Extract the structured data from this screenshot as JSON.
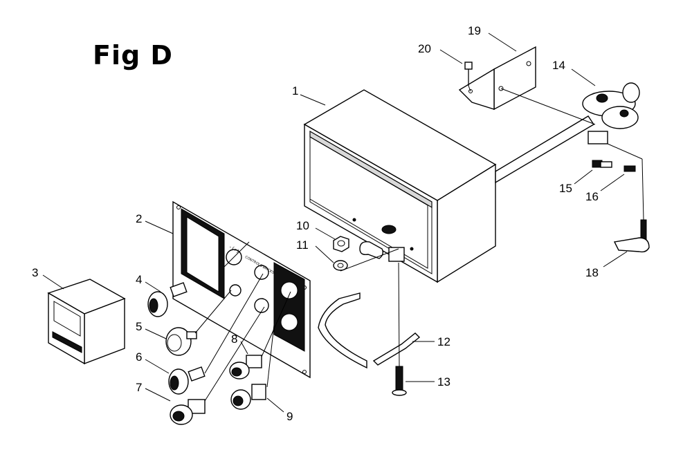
{
  "figure": {
    "title": "Fig D"
  },
  "callouts": [
    "1",
    "2",
    "3",
    "4",
    "5",
    "6",
    "7",
    "8",
    "9",
    "10",
    "11",
    "12",
    "13",
    "14",
    "15",
    "16",
    "18",
    "19",
    "20"
  ],
  "panel_marks": {
    "dial_label": "-(+)-",
    "switch_label": "CONTROLS BRICKS"
  }
}
